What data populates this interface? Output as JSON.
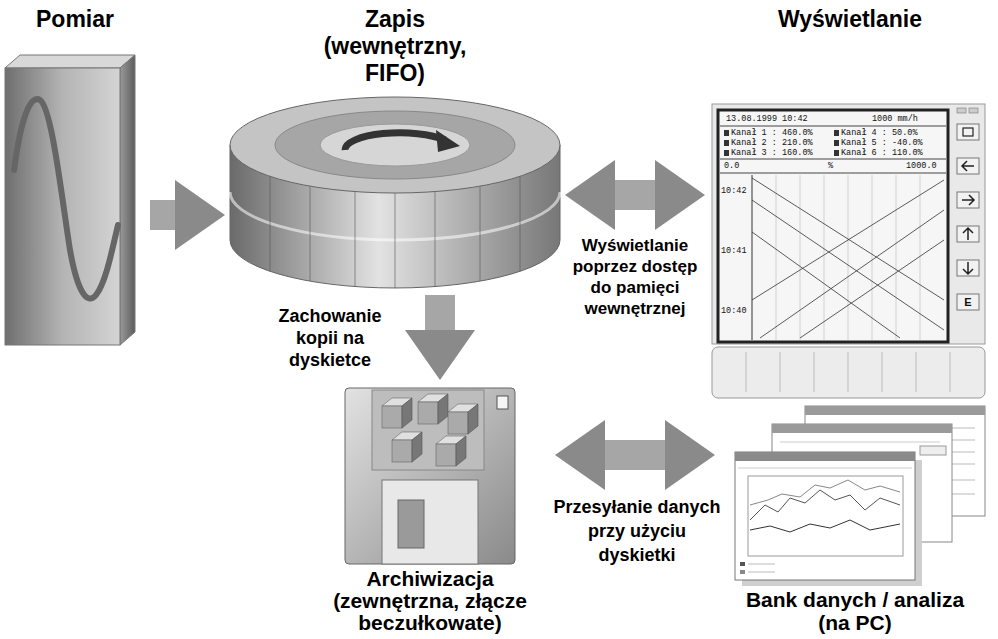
{
  "diagram": {
    "nodes": [
      {
        "text": [
          "Pomiar"
        ]
      },
      {
        "text": [
          "Zapis (wewnętrzny, FIFO)"
        ]
      },
      {
        "text": [
          "Wyświetlanie"
        ]
      },
      {
        "text": [
          "Archiwizacja (zewnętrzna, złącze beczułkowate)"
        ]
      },
      {
        "text": [
          "Bank danych / analiza (na PC)"
        ]
      }
    ],
    "edges": [
      {
        "from": 0,
        "to": 1,
        "arrow": "to"
      },
      {
        "from": 1,
        "to": 2,
        "label": "Wyświetlanie poprzez dostęp do pamięci wewnętrznej",
        "arrow": "both"
      },
      {
        "from": 1,
        "to": 3,
        "label": "Zachowanie kopii na dyskietce",
        "arrow": "to"
      },
      {
        "from": 3,
        "to": 4,
        "label": "Przesyłanie danych przy użyciu dyskietki",
        "arrow": "both"
      }
    ],
    "labels": [
      "13.08.1999 10:42",
      "1000 mm/h",
      "Kanał 1 : 460.0%",
      "Kanał 2 : 210.0%",
      "Kanał 3 : 160.0%",
      "Kanał 4 : 50.0%",
      "Kanał 5 : -40.0%",
      "Kanał 6 : 110.0%",
      "0.0",
      "%",
      "1000.0",
      "10:42",
      "10:41",
      "10:40",
      "E"
    ]
  }
}
